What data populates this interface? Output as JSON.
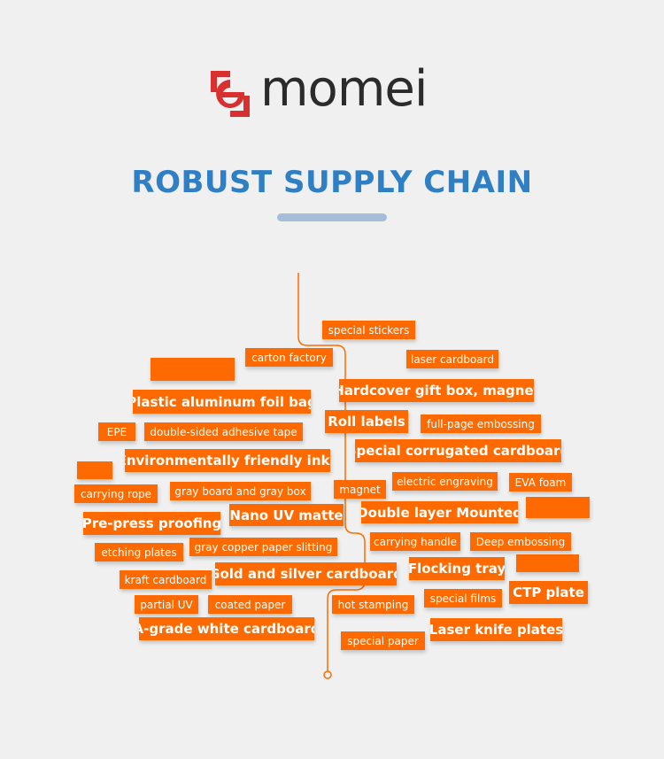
{
  "brand": {
    "name": "momei",
    "accent": "#d8302f",
    "tag_color": "#ff6a00"
  },
  "headline": {
    "title": "ROBUST SUPPLY CHAIN"
  },
  "tags": [
    "special stickers",
    "carton factory",
    "laser cardboard",
    "Hardcover gift box, magnet",
    "Plastic aluminum foil bag",
    "Roll labels",
    "full-page embossing",
    "EPE",
    "double-sided adhesive tape",
    "Special corrugated cardboard",
    "Environmentally friendly inks",
    "carrying rope",
    "gray board and gray box",
    "magnet",
    "electric engraving",
    "EVA foam",
    "Pre-press proofing",
    "Nano UV matte",
    "Double layer Mounted",
    "etching plates",
    "gray copper paper slitting",
    "carrying handle",
    "Deep embossing",
    "kraft cardboard",
    "Gold and silver cardboard",
    "Flocking tray",
    "partial UV",
    "coated paper",
    "hot stamping",
    "special films",
    "CTP plate",
    "A-grade white cardboard",
    "special paper",
    "Laser knife plates"
  ]
}
